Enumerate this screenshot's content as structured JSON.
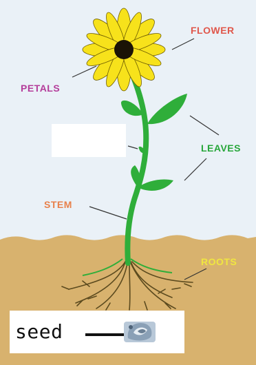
{
  "labels": {
    "flower": "FLOWER",
    "petals": "PETALS",
    "leaves": "LEAVES",
    "stem": "STEM",
    "roots": "ROOTS",
    "seed": "seed"
  },
  "colors": {
    "sky": "#eaf1f7",
    "soil": "#d8b26e",
    "petal": "#f7e21b",
    "center": "#1b1306",
    "stem": "#2fae3a",
    "root": "#5b4a1e",
    "flower_label": "#e0574b",
    "petals_label": "#b43c9a",
    "leaves_label": "#27a63a",
    "stem_label": "#e8804a",
    "roots_label": "#f0e640"
  }
}
